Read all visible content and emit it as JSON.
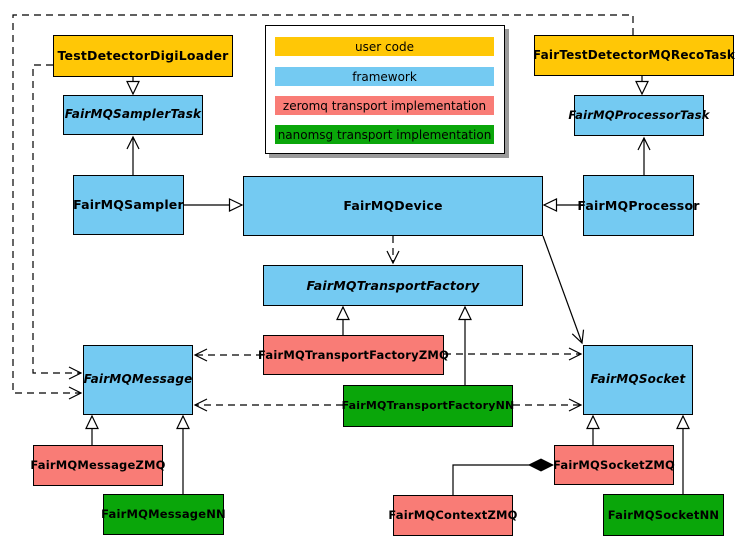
{
  "diagram_type": "uml-class-diagram",
  "colors": {
    "user_code": "#FFC706",
    "framework": "#74CAF2",
    "zeromq": "#F97C76",
    "nanomsg": "#0AA60A",
    "line": "#000000",
    "background": "#FFFFFF"
  },
  "legend": {
    "items": [
      {
        "label": "user code",
        "category": "user_code"
      },
      {
        "label": "framework",
        "category": "framework"
      },
      {
        "label": "zeromq transport implementation",
        "category": "zeromq"
      },
      {
        "label": "nanomsg transport implementation",
        "category": "nanomsg"
      }
    ]
  },
  "nodes": {
    "testDetectorDigiLoader": {
      "label": "TestDetectorDigiLoader",
      "category": "user_code",
      "abstract": false
    },
    "fairTestDetectorMQRecoTask": {
      "label": "FairTestDetectorMQRecoTask",
      "category": "user_code",
      "abstract": false
    },
    "fairMQSamplerTask": {
      "label": "FairMQSamplerTask",
      "category": "framework",
      "abstract": true
    },
    "fairMQProcessorTask": {
      "label": "FairMQProcessorTask",
      "category": "framework",
      "abstract": true
    },
    "fairMQSampler": {
      "label": "FairMQSampler",
      "category": "framework",
      "abstract": false
    },
    "fairMQDevice": {
      "label": "FairMQDevice",
      "category": "framework",
      "abstract": false
    },
    "fairMQProcessor": {
      "label": "FairMQProcessor",
      "category": "framework",
      "abstract": false
    },
    "fairMQTransportFactory": {
      "label": "FairMQTransportFactory",
      "category": "framework",
      "abstract": true
    },
    "fairMQTransportFactoryZMQ": {
      "label": "FairMQTransportFactoryZMQ",
      "category": "zeromq",
      "abstract": false
    },
    "fairMQTransportFactoryNN": {
      "label": "FairMQTransportFactoryNN",
      "category": "nanomsg",
      "abstract": false
    },
    "fairMQMessage": {
      "label": "FairMQMessage",
      "category": "framework",
      "abstract": true
    },
    "fairMQSocket": {
      "label": "FairMQSocket",
      "category": "framework",
      "abstract": true
    },
    "fairMQMessageZMQ": {
      "label": "FairMQMessageZMQ",
      "category": "zeromq",
      "abstract": false
    },
    "fairMQMessageNN": {
      "label": "FairMQMessageNN",
      "category": "nanomsg",
      "abstract": false
    },
    "fairMQContextZMQ": {
      "label": "FairMQContextZMQ",
      "category": "zeromq",
      "abstract": false
    },
    "fairMQSocketZMQ": {
      "label": "FairMQSocketZMQ",
      "category": "zeromq",
      "abstract": false
    },
    "fairMQSocketNN": {
      "label": "FairMQSocketNN",
      "category": "nanomsg",
      "abstract": false
    }
  },
  "edges": [
    {
      "from": "TestDetectorDigiLoader",
      "to": "FairMQSamplerTask",
      "type": "generalization",
      "style": "solid-hollow-triangle"
    },
    {
      "from": "FairTestDetectorMQRecoTask",
      "to": "FairMQProcessorTask",
      "type": "generalization",
      "style": "solid-hollow-triangle"
    },
    {
      "from": "FairMQSampler",
      "to": "FairMQSamplerTask",
      "type": "association",
      "style": "solid-open-arrow"
    },
    {
      "from": "FairMQProcessor",
      "to": "FairMQProcessorTask",
      "type": "association",
      "style": "solid-open-arrow"
    },
    {
      "from": "FairMQSampler",
      "to": "FairMQDevice",
      "type": "generalization",
      "style": "solid-hollow-triangle"
    },
    {
      "from": "FairMQProcessor",
      "to": "FairMQDevice",
      "type": "generalization",
      "style": "solid-hollow-triangle"
    },
    {
      "from": "FairMQDevice",
      "to": "FairMQTransportFactory",
      "type": "dependency",
      "style": "dashed-open-arrow"
    },
    {
      "from": "FairMQDevice",
      "to": "FairMQSocket",
      "type": "association",
      "style": "solid-open-arrow"
    },
    {
      "from": "FairMQTransportFactoryZMQ",
      "to": "FairMQTransportFactory",
      "type": "generalization",
      "style": "solid-hollow-triangle"
    },
    {
      "from": "FairMQTransportFactoryNN",
      "to": "FairMQTransportFactory",
      "type": "generalization",
      "style": "solid-hollow-triangle"
    },
    {
      "from": "FairMQTransportFactoryZMQ",
      "to": "FairMQMessage",
      "type": "dependency",
      "style": "dashed-open-arrow"
    },
    {
      "from": "FairMQTransportFactoryZMQ",
      "to": "FairMQSocket",
      "type": "dependency",
      "style": "dashed-open-arrow"
    },
    {
      "from": "FairMQTransportFactoryNN",
      "to": "FairMQMessage",
      "type": "dependency",
      "style": "dashed-open-arrow"
    },
    {
      "from": "FairMQTransportFactoryNN",
      "to": "FairMQSocket",
      "type": "dependency",
      "style": "dashed-open-arrow"
    },
    {
      "from": "TestDetectorDigiLoader",
      "to": "FairMQMessage",
      "type": "dependency",
      "style": "dashed-open-arrow"
    },
    {
      "from": "FairTestDetectorMQRecoTask",
      "to": "FairMQMessage",
      "type": "dependency",
      "style": "dashed-open-arrow"
    },
    {
      "from": "FairMQMessageZMQ",
      "to": "FairMQMessage",
      "type": "generalization",
      "style": "solid-hollow-triangle"
    },
    {
      "from": "FairMQMessageNN",
      "to": "FairMQMessage",
      "type": "generalization",
      "style": "solid-hollow-triangle"
    },
    {
      "from": "FairMQSocketZMQ",
      "to": "FairMQSocket",
      "type": "generalization",
      "style": "solid-hollow-triangle"
    },
    {
      "from": "FairMQSocketNN",
      "to": "FairMQSocket",
      "type": "generalization",
      "style": "solid-hollow-triangle"
    },
    {
      "from": "FairMQContextZMQ",
      "to": "FairMQSocketZMQ",
      "type": "composition",
      "style": "solid-filled-diamond"
    }
  ]
}
